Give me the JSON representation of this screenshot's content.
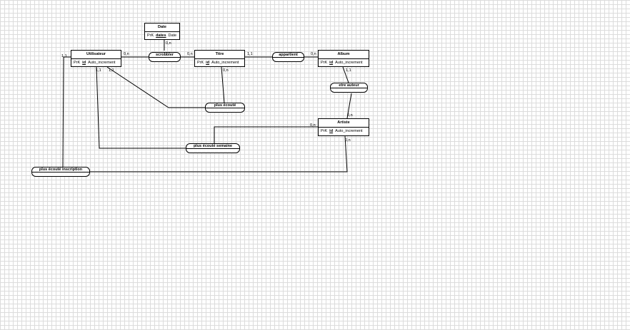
{
  "entities": {
    "date": {
      "title": "Date",
      "pk": "PrK",
      "key": "dates",
      "type": "Date"
    },
    "utilisateur": {
      "title": "Utilisateur",
      "pk": "PrK",
      "key": "id",
      "type": "Auto_increment"
    },
    "titre": {
      "title": "Titre",
      "pk": "PrK",
      "key": "id",
      "type": "Auto_increment"
    },
    "album": {
      "title": "Album",
      "pk": "PrK",
      "key": "id",
      "type": "Auto_increment"
    },
    "artiste": {
      "title": "Artiste",
      "pk": "PrK",
      "key": "id",
      "type": "Auto_increment"
    }
  },
  "associations": {
    "scrobbler": "scrobbler",
    "appartient": "appartient",
    "etre_auteur": "etre auteur",
    "plus_ecoute": "plus écouté",
    "plus_ecoute_semaine": "plus écouté semaine",
    "plus_ecoute_inscription": "plus écouté inscription"
  },
  "cardinalities": {
    "date_scrobbler": "0,n",
    "utilisateur_scrobbler": "0,n",
    "titre_scrobbler": "0,n",
    "utilisateur_inscription": "1,1",
    "utilisateur_semaine": "1,1",
    "utilisateur_plus_ecoute": "1,1",
    "titre_appartient": "1,1",
    "album_appartient": "0,n",
    "titre_plus_ecoute": "0,n",
    "album_etre_auteur": "1,1",
    "artiste_etre_auteur": "0,n",
    "artiste_semaine": "0,n",
    "artiste_inscription": "0,n"
  }
}
